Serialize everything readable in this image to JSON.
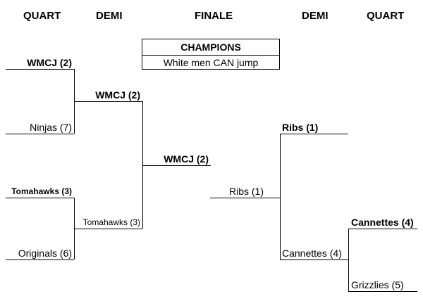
{
  "headers": {
    "left_quarter": "QUART",
    "left_semi": "DEMI",
    "final": "FINALE",
    "right_semi": "DEMI",
    "right_quarter": "QUART"
  },
  "champion": {
    "title": "CHAMPIONS",
    "team": "White men CAN jump"
  },
  "left": {
    "quarter": {
      "wmcj": "WMCJ (2)",
      "ninjas": "Ninjas (7)",
      "tomahawks": "Tomahawks (3)",
      "originals": "Originals (6)"
    },
    "semi": {
      "top": "WMCJ (2)",
      "bottom": "Tomahawks (3)"
    },
    "final": "WMCJ (2)"
  },
  "right": {
    "final": "Ribs (1)",
    "semi": {
      "top": "Ribs (1)",
      "bottom": "Cannettes (4)"
    },
    "quarter": {
      "cannettes": "Cannettes (4)",
      "grizzlies": "Grizzlies (5)"
    }
  }
}
